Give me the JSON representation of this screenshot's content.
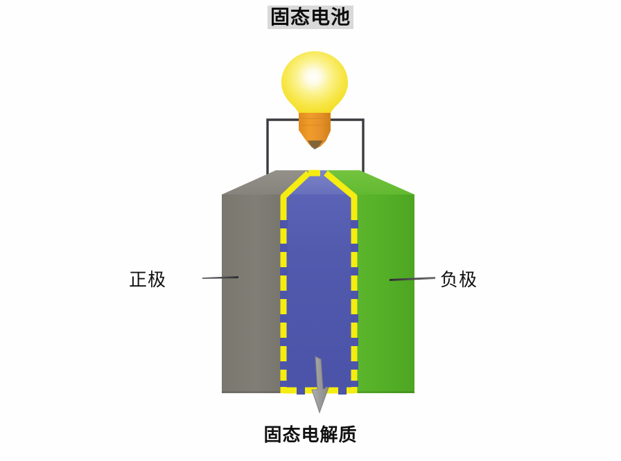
{
  "page": {
    "title": "固态电池",
    "caption": "固态电解质",
    "background_color": "#fefefe"
  },
  "labels": {
    "cathode": "正极",
    "anode": "负极"
  },
  "diagram": {
    "type": "solid-state-battery-schematic",
    "components": [
      {
        "name": "light-bulb",
        "label": "",
        "glass_color": "#f5e23a",
        "glow_color": "#fdfbe8",
        "base_color": "#e8922a"
      },
      {
        "name": "circuit-wire",
        "label": "",
        "color": "#3a3a3f"
      },
      {
        "name": "cathode-block",
        "label": "正极",
        "color": "#7d7a72",
        "top_color": "#8e8b84"
      },
      {
        "name": "anode-block",
        "label": "负极",
        "color": "#57b22b",
        "top_color": "#6cc03a"
      },
      {
        "name": "solid-electrolyte-layer",
        "label": "固态电解质",
        "color": "#4f57ac",
        "top_color": "#6a72be",
        "outline_color": "#f5ec12"
      },
      {
        "name": "electrolyte-pointer-arrow",
        "label": "",
        "color": "#9a9a9a"
      }
    ]
  },
  "colors": {
    "title_highlight": "#d9d9d9",
    "text": "#111111",
    "gray_block": "#7d7a72",
    "gray_block_top": "#8e8b84",
    "green_block": "#57b22b",
    "green_block_top": "#6cc03a",
    "blue_layer": "#4f57ac",
    "blue_layer_top": "#6a72be",
    "yellow_dash": "#f5ec12",
    "bulb_yellow": "#f5e23a",
    "bulb_orange": "#e8922a",
    "wire": "#3a3a3f",
    "arrow_gray": "#9a9a9a",
    "leader_line": "#4a4a4a"
  }
}
